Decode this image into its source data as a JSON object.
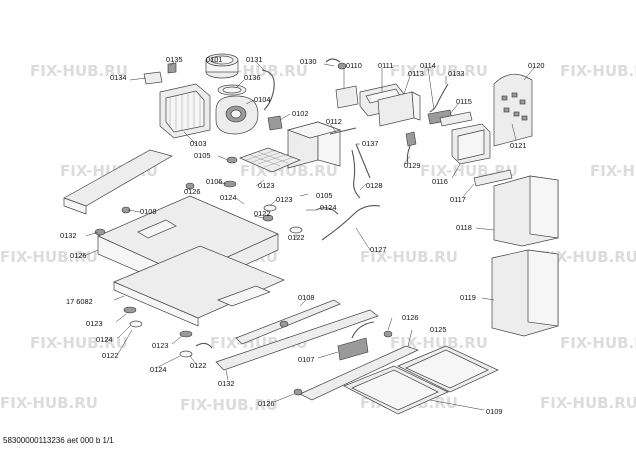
{
  "watermark": "FIX-HUB.RU",
  "footer_code": "58300000113236 aet 000 b 1/1",
  "part_labels": [
    "0135",
    "0101",
    "0131",
    "0130",
    "0110",
    "0111",
    "0114",
    "0120",
    "0134",
    "0136",
    "0133",
    "0113",
    "0104",
    "0115",
    "0102",
    "0103",
    "0112",
    "0137",
    "0105",
    "0129",
    "0121",
    "0106",
    "0123",
    "0128",
    "0116",
    "0126",
    "0105",
    "0117",
    "0124",
    "0123",
    "0124",
    "0122",
    "0108",
    "0122",
    "0132",
    "0118",
    "0127",
    "0126",
    "0119",
    "17 6082",
    "0108",
    "0123",
    "0126",
    "0125",
    "0124",
    "0123",
    "0107",
    "0122",
    "0124",
    "0122",
    "0132",
    "0126",
    "0109"
  ]
}
